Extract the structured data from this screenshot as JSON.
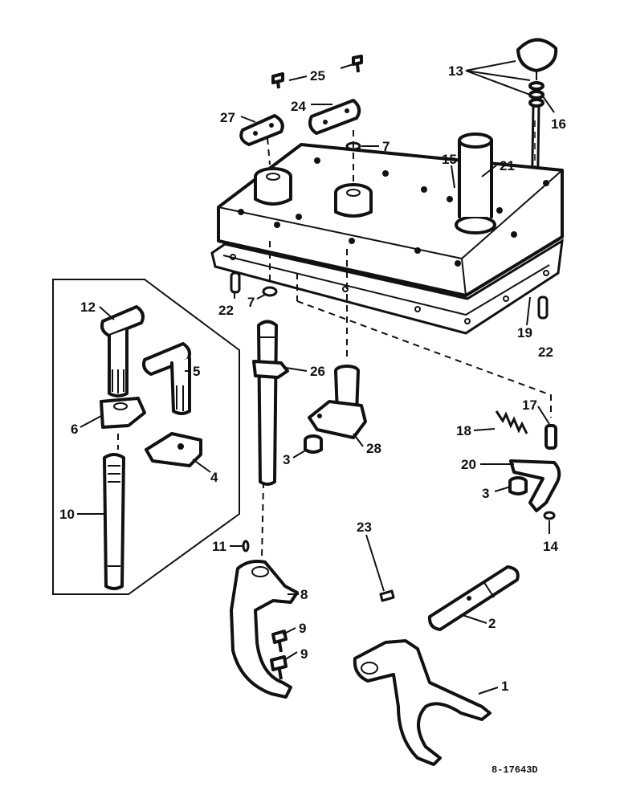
{
  "diagram": {
    "drawing_number": "8-17643D",
    "labels": {
      "p1": "1",
      "p2": "2",
      "p3a": "3",
      "p3b": "3",
      "p4": "4",
      "p5": "5",
      "p6": "6",
      "p7a": "7",
      "p7b": "7",
      "p8": "8",
      "p9a": "9",
      "p9b": "9",
      "p10": "10",
      "p11": "11",
      "p12": "12",
      "p13": "13",
      "p14": "14",
      "p15": "15",
      "p16": "16",
      "p17": "17",
      "p18": "18",
      "p19": "19",
      "p20": "20",
      "p21": "21",
      "p22a": "22",
      "p22b": "22",
      "p23": "23",
      "p24": "24",
      "p25": "25",
      "p26": "26",
      "p27": "27",
      "p28": "28"
    }
  }
}
